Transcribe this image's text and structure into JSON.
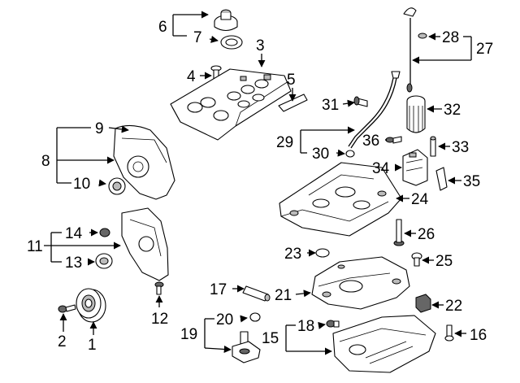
{
  "callouts": {
    "c1": "1",
    "c2": "2",
    "c3": "3",
    "c4": "4",
    "c5": "5",
    "c6": "6",
    "c7": "7",
    "c8": "8",
    "c9": "9",
    "c10": "10",
    "c11": "11",
    "c12": "12",
    "c13": "13",
    "c14": "14",
    "c15": "15",
    "c16": "16",
    "c17": "17",
    "c18": "18",
    "c19": "19",
    "c20": "20",
    "c21": "21",
    "c22": "22",
    "c23": "23",
    "c24": "24",
    "c25": "25",
    "c26": "26",
    "c27": "27",
    "c28": "28",
    "c29": "29",
    "c30": "30",
    "c31": "31",
    "c32": "32",
    "c33": "33",
    "c34": "34",
    "c35": "35",
    "c36": "36"
  },
  "colors": {
    "line": "#000000",
    "part_fill": "#ffffff",
    "dark": "#666666",
    "mid": "#bbbbbb"
  }
}
